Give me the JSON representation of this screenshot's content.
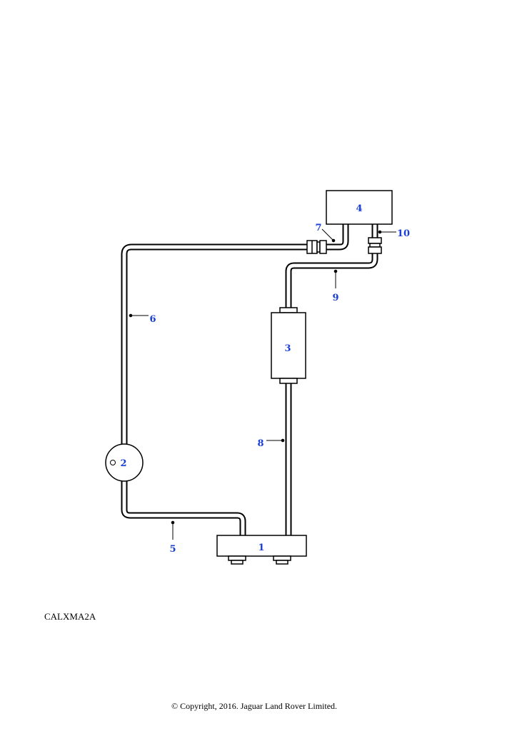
{
  "diagram": {
    "callout_color": "#1a3fd6",
    "line_color": "#000000",
    "callouts": {
      "c1": "1",
      "c2": "2",
      "c3": "3",
      "c4": "4",
      "c5": "5",
      "c6": "6",
      "c7": "7",
      "c8": "8",
      "c9": "9",
      "c10": "10"
    }
  },
  "reference_code": "CALXMA2A",
  "copyright": "© Copyright, 2016. Jaguar Land Rover Limited."
}
